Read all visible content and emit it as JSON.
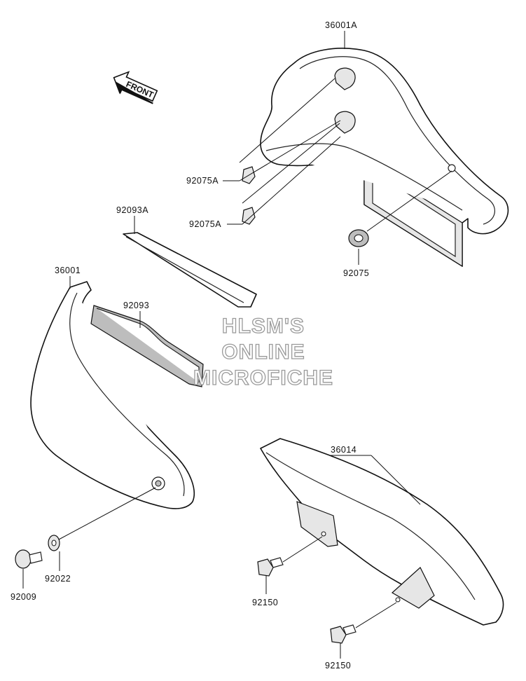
{
  "labels": {
    "p36001A": "36001A",
    "p92075A_1": "92075A",
    "p92075A_2": "92075A",
    "p92093A": "92093A",
    "p92075": "92075",
    "p36001": "36001",
    "p92093": "92093",
    "p36014": "36014",
    "p92009": "92009",
    "p92022": "92022",
    "p92150_1": "92150",
    "p92150_2": "92150"
  },
  "front_arrow": "FRONT",
  "watermark": {
    "line1": "HLSM'S",
    "line2": "ONLINE",
    "line3": "MICROFICHE"
  }
}
